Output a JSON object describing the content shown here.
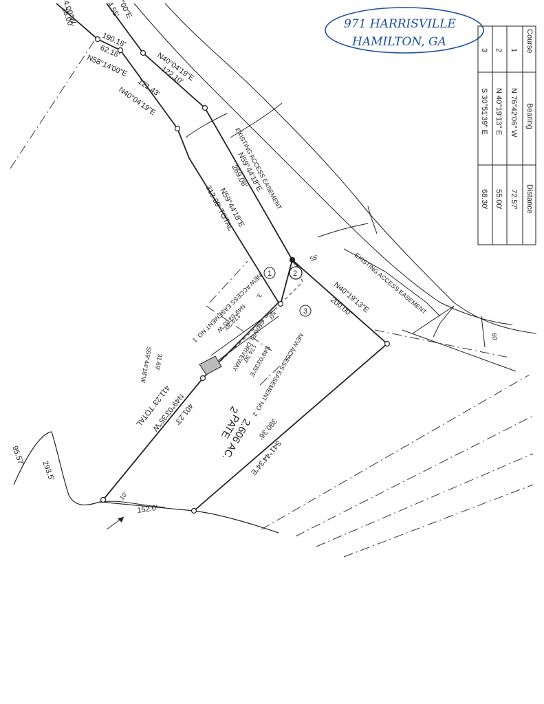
{
  "handwritten_note": {
    "line1": "971 HARRISVILLE",
    "line2": "HAMILTON, GA",
    "ink_color": "#1b4fa0"
  },
  "course_table": {
    "headers": [
      "Course",
      "Bearing",
      "Distance"
    ],
    "rows": [
      {
        "course": "1",
        "bearing": "N 76°42'06\" W",
        "distance": "72.57'"
      },
      {
        "course": "2",
        "bearing": "N 40°19'13\" E",
        "distance": "55.00'"
      },
      {
        "course": "3",
        "bearing": "S 30°51'39\" E",
        "distance": "68.30'"
      }
    ]
  },
  "labels": {
    "top_w": "4.00\"W",
    "top_28": "28.00'",
    "top_455": "4.55'",
    "top_e": "\"00\"E",
    "d19018": "190.18'",
    "d6218": "62.18'",
    "b_n58": "N58°14'00\"E",
    "b_n40a": "N40°04'19\"E",
    "d12210": "122.10'",
    "d12143": "121.43'",
    "b_n40b": "N40°04'19\"E",
    "existing_easement_1": "EXISTING ACCESS EASEMENT",
    "b_n59a": "N59°44'18\"E",
    "d26908": "269.08'",
    "b_n59b": "N59°44'18\"E",
    "d313": "313.00' TOTAL",
    "d55": "55'",
    "existing_easement_2": "EXISTING ACCESS EASEMENT",
    "b_n4019": "N40°19'13\"E",
    "d200": "200.00'",
    "d60": "60'",
    "new_easement_1": "NEW ACCESS EASEMENT NO. 1",
    "b_n49w": "N49°03'35\"W",
    "d17430a": "174.30'",
    "gravel": "GRAVEL DRIVEWAY",
    "d17430b": "174.30'",
    "b_s49e": "S49°03'35\"E",
    "new_easement_2": "NEW ACCESS EASEMENT NO. 2",
    "d3169": "31.69'",
    "b_s59": "S59°44'18\"W",
    "d3": "3.",
    "d50": "50'",
    "d41123": "411.23' TOTAL",
    "b_n49b": "N49°03'35\"W",
    "d40123": "401.23'",
    "d39036": "390.36'",
    "b_s41": "S41°44'34\"E",
    "lot_no": "2",
    "lot_owner": "PATE",
    "lot_area": "2.606 AC.",
    "d2935": "293.5'",
    "d9557": "95.57'",
    "d10": "10'",
    "d1520": "152.0'",
    "circle1": "1",
    "circle2": "2",
    "circle3": "3"
  }
}
